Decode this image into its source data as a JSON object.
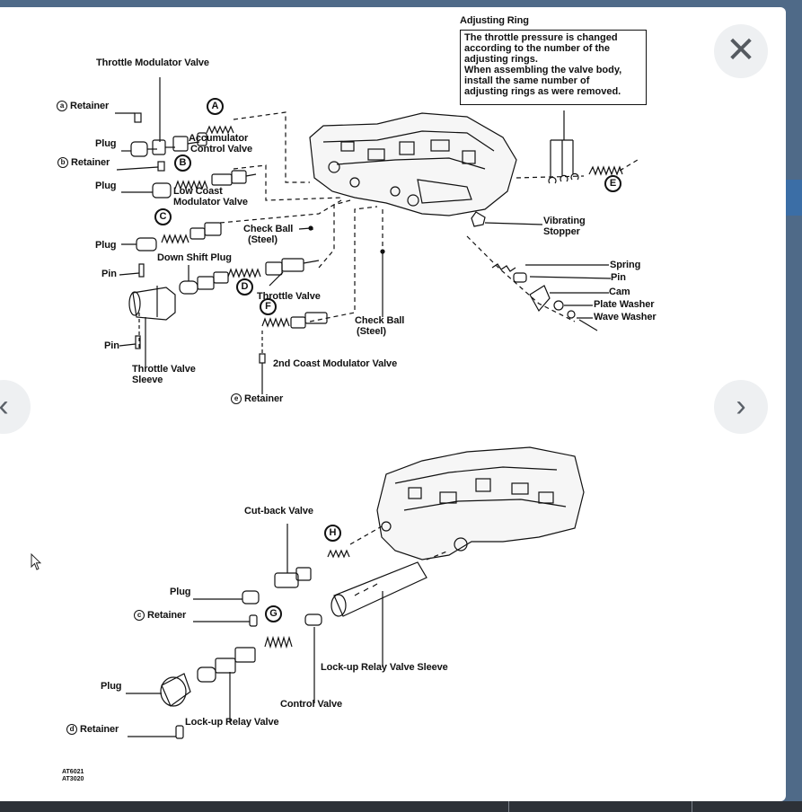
{
  "viewer": {
    "close_glyph": "✕",
    "prev_glyph": "‹",
    "next_glyph": "›"
  },
  "adjusting_ring": {
    "title": "Adjusting Ring",
    "note_lines": [
      "The throttle pressure is changed",
      "according to the number of the",
      "adjusting rings.",
      "When assembling the valve body,",
      "install the same number of",
      "adjusting rings as were removed."
    ]
  },
  "upper_labels": {
    "throttle_modulator_valve": "Throttle Modulator Valve",
    "retainer_a": "Retainer",
    "retainer_b": "Retainer",
    "retainer_e": "Retainer",
    "plug_1": "Plug",
    "plug_2": "Plug",
    "plug_3": "Plug",
    "accumulator_control_valve_1": "Accumulator",
    "accumulator_control_valve_2": "Control Valve",
    "low_coast_modulator_valve_1": "Low Coast",
    "low_coast_modulator_valve_2": "Modulator Valve",
    "check_ball_1": "Check Ball",
    "check_ball_1_sub": "(Steel)",
    "check_ball_2": "Check Ball",
    "check_ball_2_sub": "(Steel)",
    "down_shift_plug": "Down Shift Plug",
    "pin_1": "Pin",
    "pin_2": "Pin",
    "throttle_valve": "Throttle Valve",
    "throttle_valve_sleeve_1": "Throttle Valve",
    "throttle_valve_sleeve_2": "Sleeve",
    "second_coast_modulator_valve": "2nd Coast Modulator Valve",
    "vibrating_stopper_1": "Vibrating",
    "vibrating_stopper_2": "Stopper",
    "spring": "Spring",
    "pin_3": "Pin",
    "cam": "Cam",
    "plate_washer": "Plate Washer",
    "wave_washer": "Wave Washer"
  },
  "lower_labels": {
    "cut_back_valve": "Cut-back Valve",
    "plug_4": "Plug",
    "retainer_c": "Retainer",
    "plug_5": "Plug",
    "retainer_d": "Retainer",
    "lock_up_relay_valve": "Lock-up Relay Valve",
    "control_valve": "Control Valve",
    "lock_up_relay_valve_sleeve": "Lock-up Relay Valve Sleeve"
  },
  "circle_letters": {
    "a": "a",
    "b": "b",
    "c": "c",
    "d": "d",
    "e": "e",
    "A": "A",
    "B": "B",
    "C": "C",
    "D": "D",
    "E": "E",
    "F": "F",
    "G": "G",
    "H": "H"
  },
  "figure_codes": [
    "AT6021",
    "AT3020"
  ]
}
